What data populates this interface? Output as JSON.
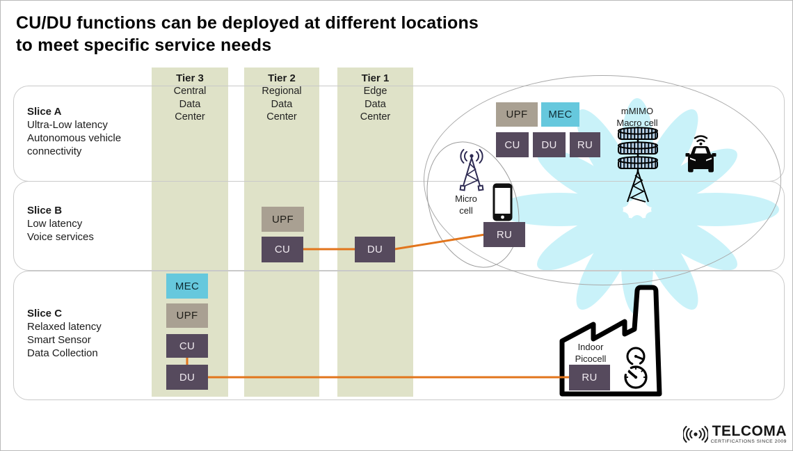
{
  "title": {
    "line1": "CU/DU functions can be deployed at different locations",
    "line2": "to meet specific service needs"
  },
  "tiers": [
    {
      "name": "Tier 3",
      "lines": [
        "Central",
        "Data",
        "Center"
      ]
    },
    {
      "name": "Tier 2",
      "lines": [
        "Regional",
        "Data",
        "Center"
      ]
    },
    {
      "name": "Tier 1",
      "lines": [
        "Edge",
        "Data",
        "Center"
      ]
    }
  ],
  "slices": [
    {
      "name": "Slice A",
      "lines": [
        "Ultra-Low latency",
        "Autonomous vehicle",
        "connectivity"
      ]
    },
    {
      "name": "Slice B",
      "lines": [
        "Low latency",
        "Voice services"
      ]
    },
    {
      "name": "Slice C",
      "lines": [
        "Relaxed latency",
        "Smart Sensor",
        "Data Collection"
      ]
    }
  ],
  "functions": {
    "upf": "UPF",
    "mec": "MEC",
    "cu": "CU",
    "du": "DU",
    "ru": "RU"
  },
  "labels": {
    "mmimo_line1": "mMIMO",
    "mmimo_line2": "Macro cell",
    "micro_line1": "Micro",
    "micro_line2": "cell",
    "pico_line1": "Indoor",
    "pico_line2": "Picocell"
  },
  "logo": {
    "name": "TELCOMA",
    "tagline": "CERTIFICATIONS SINCE 2009"
  },
  "colors": {
    "function_purple": "#564a5d",
    "upf_tan": "#a9a092",
    "mec_cyan": "#66c8dd",
    "tier_column_green": "#dfe2c8",
    "connector_orange": "#e2751c",
    "beam_cyan": "#c9f2f9",
    "icon_indigo": "#2d2a52"
  }
}
